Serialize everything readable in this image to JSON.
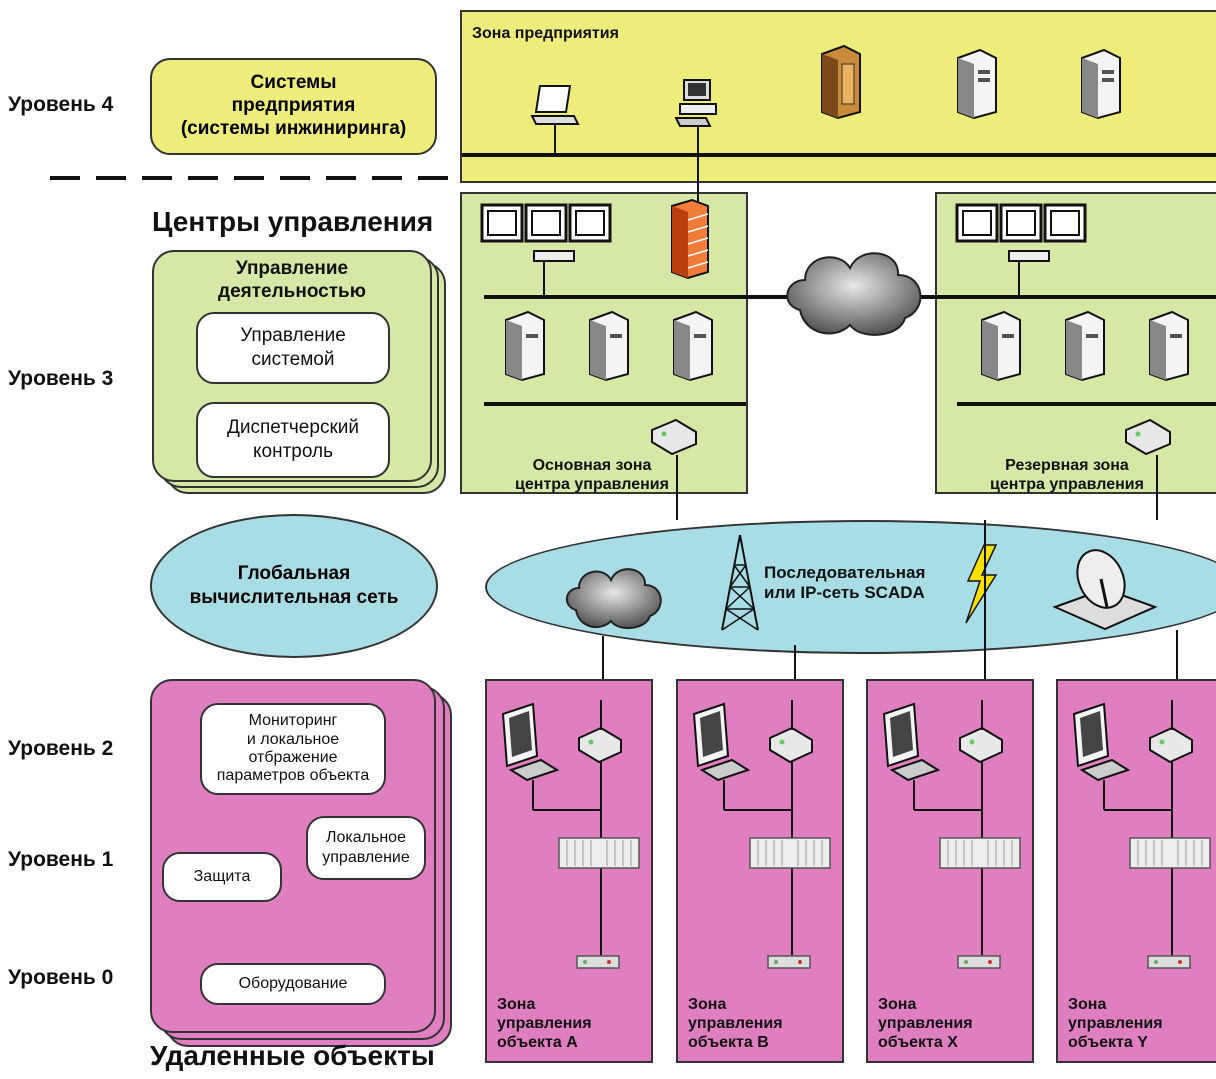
{
  "levels": {
    "level4": "Уровень 4",
    "level3": "Уровень 3",
    "level2": "Уровень 2",
    "level1": "Уровень 1",
    "level0": "Уровень 0"
  },
  "enterprise": {
    "zone_title": "Зона предприятия",
    "systems_label": "Системы\nпредприятия\n(системы инжиниринга)"
  },
  "control_centers": {
    "heading": "Центры управления",
    "activity_title": "Управление\nдеятельностью",
    "system_mgmt": "Управление\nсистемой",
    "dispatch": "Диспетчерский\nконтроль",
    "primary_zone": "Основная зона\nцентра управления",
    "backup_zone": "Резервная зона\nцентра управления"
  },
  "wan": {
    "label": "Глобальная\nвычислительная сеть",
    "scada_label": "Последовательная\nили IP-сеть SCADA"
  },
  "remote": {
    "heading": "Удаленные объекты",
    "monitoring": "Мониторинг\nи локальное\nотбражение\nпараметров объекта",
    "local_control": "Локальное\nуправление",
    "protection": "Защита",
    "equipment": "Оборудование",
    "zones": [
      "Зона\nуправления\nобъекта A",
      "Зона\nуправления\nобъекта B",
      "Зона\nуправления\nобъекта X",
      "Зона\nуправления\nобъекта Y"
    ]
  },
  "colors": {
    "enterprise": "#eeec7a",
    "control": "#d6e8a6",
    "network": "#a9dde6",
    "remote": "#e07fc0"
  }
}
